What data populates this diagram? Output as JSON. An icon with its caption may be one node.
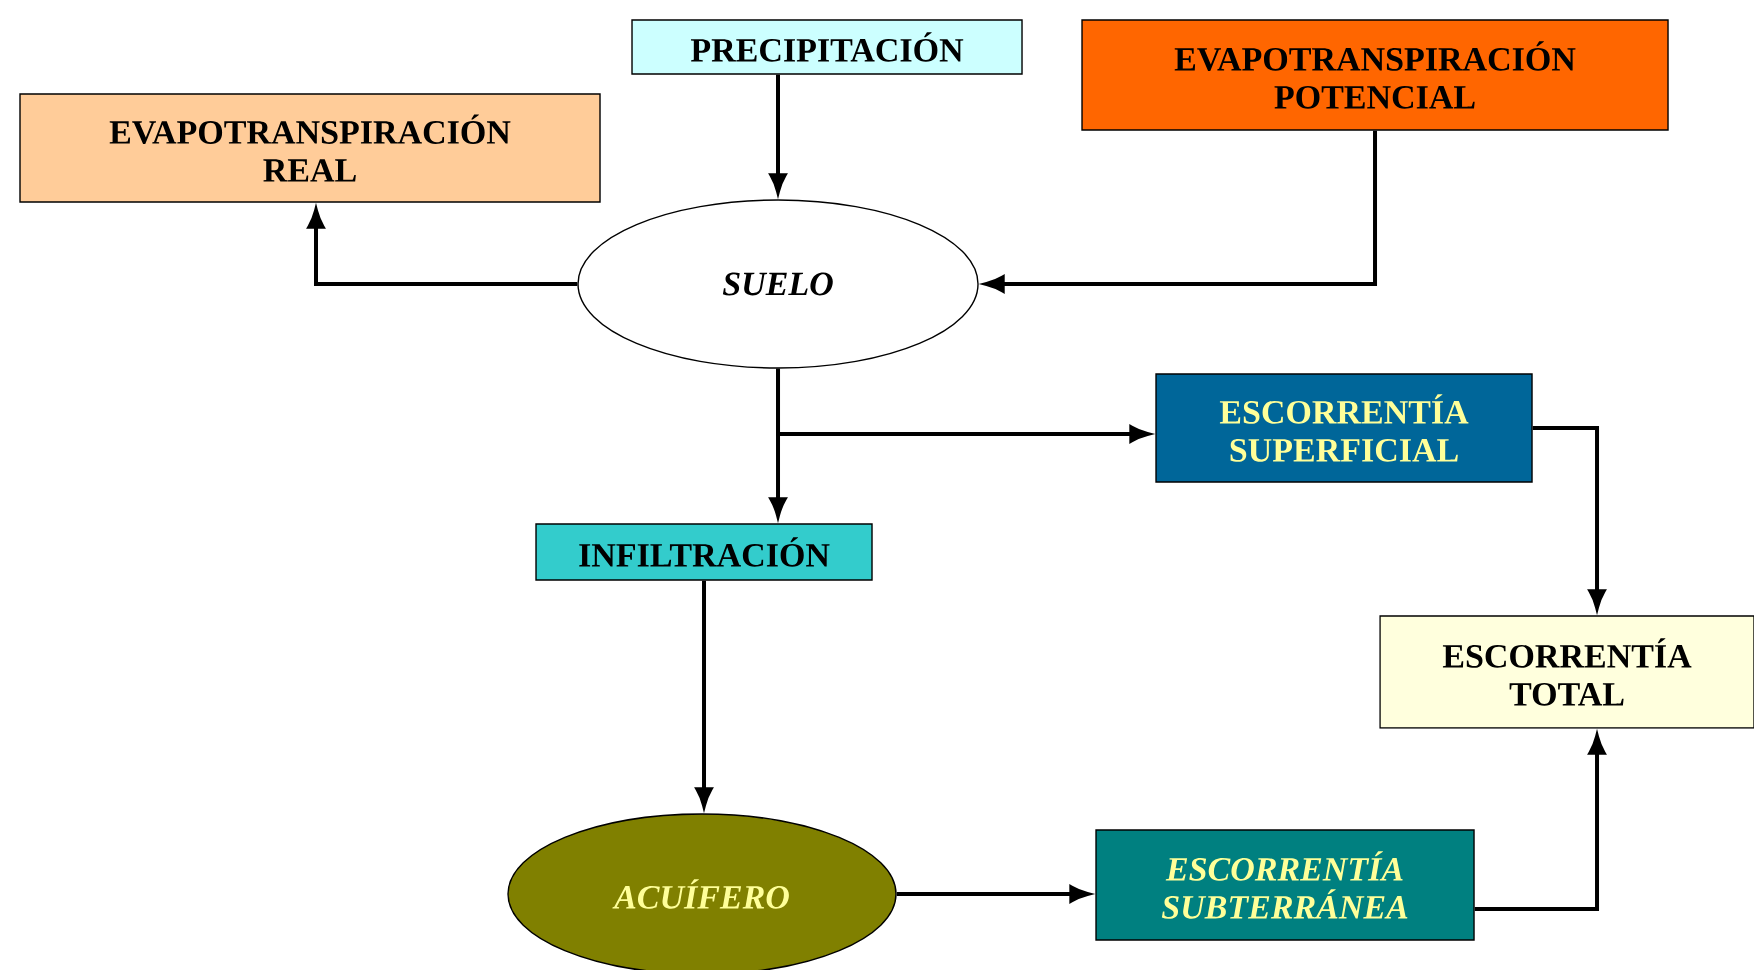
{
  "diagram": {
    "nodes": [
      {
        "text": [
          "PRECIPITACIÓN"
        ]
      },
      {
        "text": [
          "EVAPOTRANSPIRACIÓN POTENCIAL"
        ]
      },
      {
        "text": [
          "EVAPOTRANSPIRACIÓN REAL"
        ]
      },
      {
        "text": [
          "SUELO"
        ]
      },
      {
        "text": [
          "ESCORRENTÍA SUPERFICIAL"
        ]
      },
      {
        "text": [
          "INFILTRACIÓN"
        ]
      },
      {
        "text": [
          "ESCORRENTÍA TOTAL"
        ]
      },
      {
        "text": [
          "ACUÍFERO"
        ]
      },
      {
        "text": [
          "ESCORRENTÍA SUBTERRÁNEA"
        ]
      }
    ],
    "edges": [
      {
        "from": 0,
        "to": 3,
        "arrow": "to"
      },
      {
        "from": 1,
        "to": 3,
        "arrow": "to"
      },
      {
        "from": 3,
        "to": 2,
        "arrow": "to"
      },
      {
        "from": 3,
        "to": 5,
        "arrow": "to"
      },
      {
        "from": 3,
        "to": 4,
        "arrow": "to"
      },
      {
        "from": 4,
        "to": 6,
        "arrow": "to"
      },
      {
        "from": 5,
        "to": 7,
        "arrow": "to"
      },
      {
        "from": 7,
        "to": 8,
        "arrow": "to"
      },
      {
        "from": 8,
        "to": 6,
        "arrow": "to"
      }
    ]
  }
}
